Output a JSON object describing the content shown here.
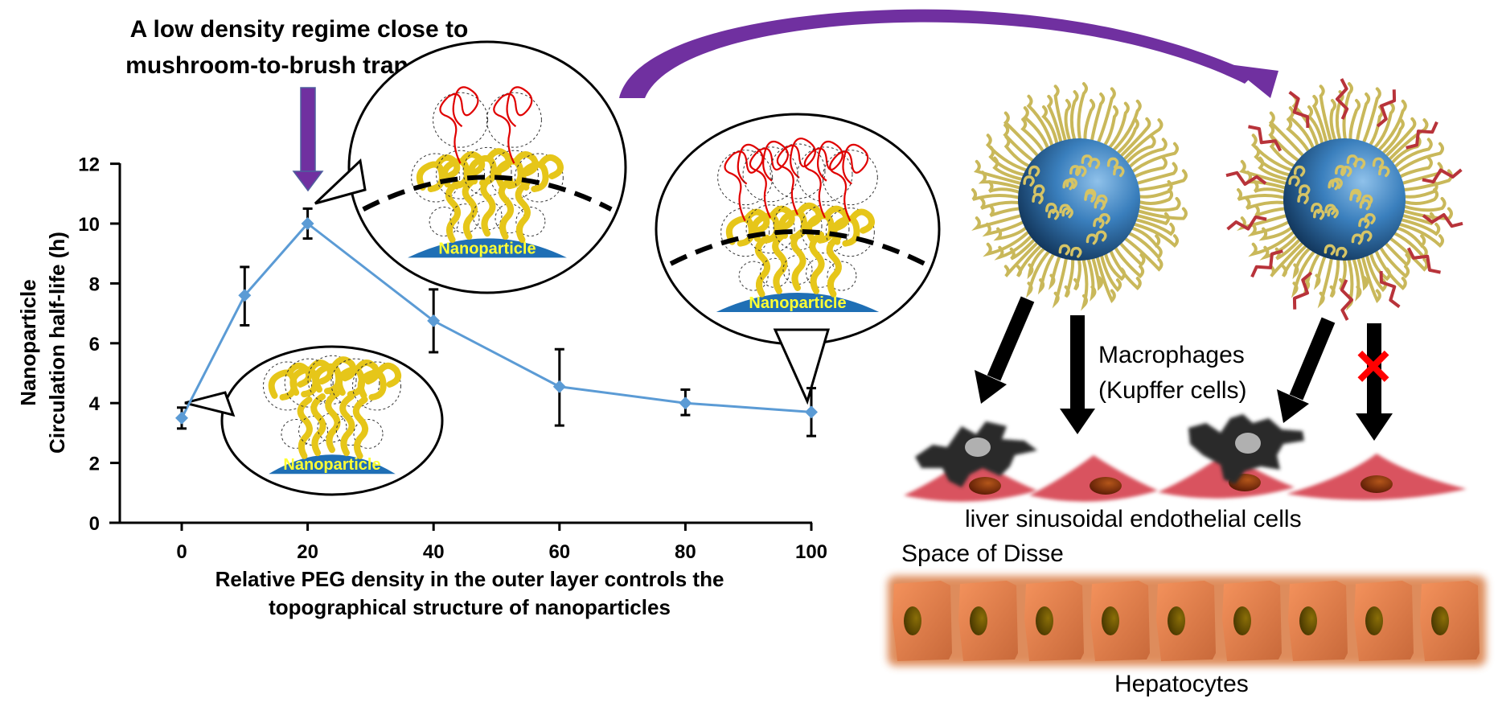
{
  "headline": {
    "line1": "A low density regime close to",
    "line2": "mushroom-to-brush transition"
  },
  "chart_data": {
    "type": "line",
    "title": "",
    "xlabel_lines": [
      "Relative PEG density in the outer layer controls the",
      "topographical structure of nanoparticles"
    ],
    "ylabel_lines": [
      "Nanoparticle",
      "Circulation half-life (h)"
    ],
    "x": [
      0,
      10,
      20,
      40,
      60,
      80,
      100
    ],
    "series": [
      {
        "name": "Circulation half-life",
        "color": "#5b9bd5",
        "values": [
          3.5,
          7.6,
          10.0,
          6.75,
          4.55,
          4.0,
          3.7
        ],
        "error_low": [
          3.15,
          6.6,
          9.5,
          5.7,
          3.25,
          3.6,
          2.9
        ],
        "error_high": [
          3.85,
          8.55,
          10.5,
          7.8,
          5.8,
          4.45,
          4.5
        ]
      }
    ],
    "xticks": [
      "0",
      "20",
      "40",
      "60",
      "80",
      "100"
    ],
    "xtick_values": [
      0,
      20,
      40,
      60,
      80,
      100
    ],
    "yticks": [
      "0",
      "2",
      "4",
      "6",
      "8",
      "10",
      "12"
    ],
    "ytick_values": [
      0,
      2,
      4,
      6,
      8,
      10,
      12
    ],
    "xlim": [
      -10,
      102
    ],
    "ylim": [
      0,
      12
    ],
    "grid": false,
    "legend": "none",
    "annotations": [
      {
        "type": "arrow",
        "target_x": 20,
        "label": "A low density regime close to mushroom-to-brush transition"
      },
      {
        "type": "callout",
        "target_x": 0,
        "label": "Nanoparticle",
        "regime": "mushroom"
      },
      {
        "type": "callout",
        "target_x": 20,
        "label": "Nanoparticle",
        "regime": "mushroom-to-brush"
      },
      {
        "type": "callout",
        "target_x": 100,
        "label": "Nanoparticle",
        "regime": "brush"
      }
    ]
  },
  "callouts": {
    "label": "Nanoparticle"
  },
  "colors": {
    "line": "#5b9bd5",
    "purple_arrow": "#7030a0",
    "particle_blue": "#1f6fb5",
    "peg_yellow": "#e6c619",
    "peg_red": "#e00000",
    "label_yellow": "#ffff33",
    "endothelial": "#d9525e",
    "hepatocyte": "#f08a55",
    "macrophage": "#2b2b2b"
  },
  "biology": {
    "macrophages": "Macrophages",
    "kupffer": "(Kupffer cells)",
    "endothelial": "liver sinusoidal endothelial cells",
    "disse": "Space of Disse",
    "hepatocytes": "Hepatocytes",
    "blocked_symbol": "✕",
    "hepatocyte_count": 9
  }
}
